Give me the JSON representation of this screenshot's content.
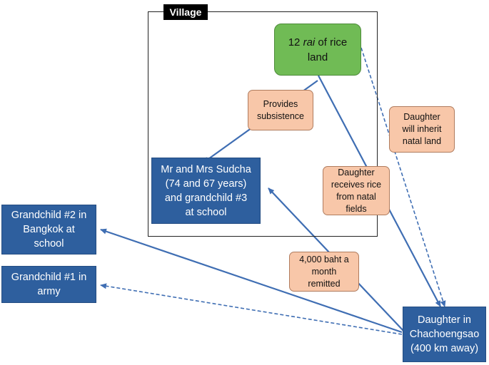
{
  "village": {
    "label": "Village"
  },
  "rice_land": {
    "lead": "12 ",
    "italic": "rai",
    "rest": " of rice\nland"
  },
  "sudcha": {
    "text": "Mr and Mrs Sudcha\n(74 and 67 years)\nand grandchild #3\nat school"
  },
  "grandchild2": {
    "text": "Grandchild #2 in\nBangkok at\nschool"
  },
  "grandchild1": {
    "text": "Grandchild #1 in\narmy"
  },
  "daughter": {
    "text": "Daughter in\nChachoengsao\n(400 km away)"
  },
  "labels": {
    "subsistence": "Provides\nsubsistence",
    "inherit": "Daughter\nwill inherit\nnatal land",
    "receives_rice": "Daughter\nreceives rice\nfrom natal\nfields",
    "remitted": "4,000 baht a\nmonth\nremitted"
  },
  "colors": {
    "blue_box": "#2e5f9e",
    "green_box": "#70bb55",
    "peach_box": "#f8c7a9",
    "arrow": "#3f6eb3"
  }
}
